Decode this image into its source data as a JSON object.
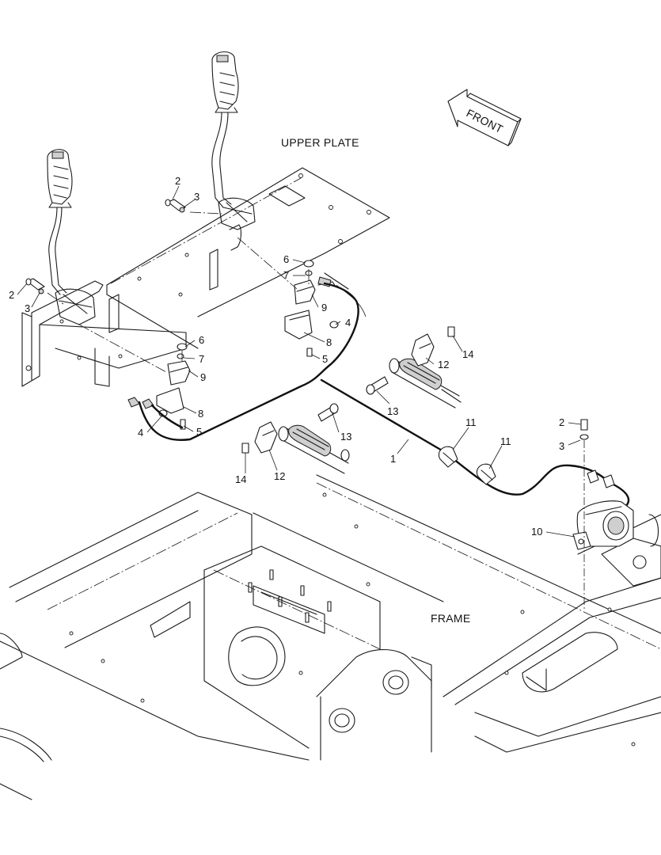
{
  "labels": {
    "front": "FRONT",
    "upper_plate": "UPPER PLATE",
    "frame": "FRAME"
  },
  "callouts": [
    {
      "id": "c2a",
      "text": "2"
    },
    {
      "id": "c3a",
      "text": "3"
    },
    {
      "id": "c2b",
      "text": "2"
    },
    {
      "id": "c3b",
      "text": "3"
    },
    {
      "id": "c6a",
      "text": "6"
    },
    {
      "id": "c7a",
      "text": "7"
    },
    {
      "id": "c9a",
      "text": "9"
    },
    {
      "id": "c4a",
      "text": "4"
    },
    {
      "id": "c8a",
      "text": "8"
    },
    {
      "id": "c5a",
      "text": "5"
    },
    {
      "id": "c6b",
      "text": "6"
    },
    {
      "id": "c7b",
      "text": "7"
    },
    {
      "id": "c9b",
      "text": "9"
    },
    {
      "id": "c8b",
      "text": "8"
    },
    {
      "id": "c4b",
      "text": "4"
    },
    {
      "id": "c5b",
      "text": "5"
    },
    {
      "id": "c14a",
      "text": "14"
    },
    {
      "id": "c12a",
      "text": "12"
    },
    {
      "id": "c13a",
      "text": "13"
    },
    {
      "id": "c13b",
      "text": "13"
    },
    {
      "id": "c14b",
      "text": "14"
    },
    {
      "id": "c12b",
      "text": "12"
    },
    {
      "id": "c1",
      "text": "1"
    },
    {
      "id": "c11a",
      "text": "11"
    },
    {
      "id": "c11b",
      "text": "11"
    },
    {
      "id": "c2c",
      "text": "2"
    },
    {
      "id": "c3c",
      "text": "3"
    },
    {
      "id": "c10",
      "text": "10"
    }
  ]
}
